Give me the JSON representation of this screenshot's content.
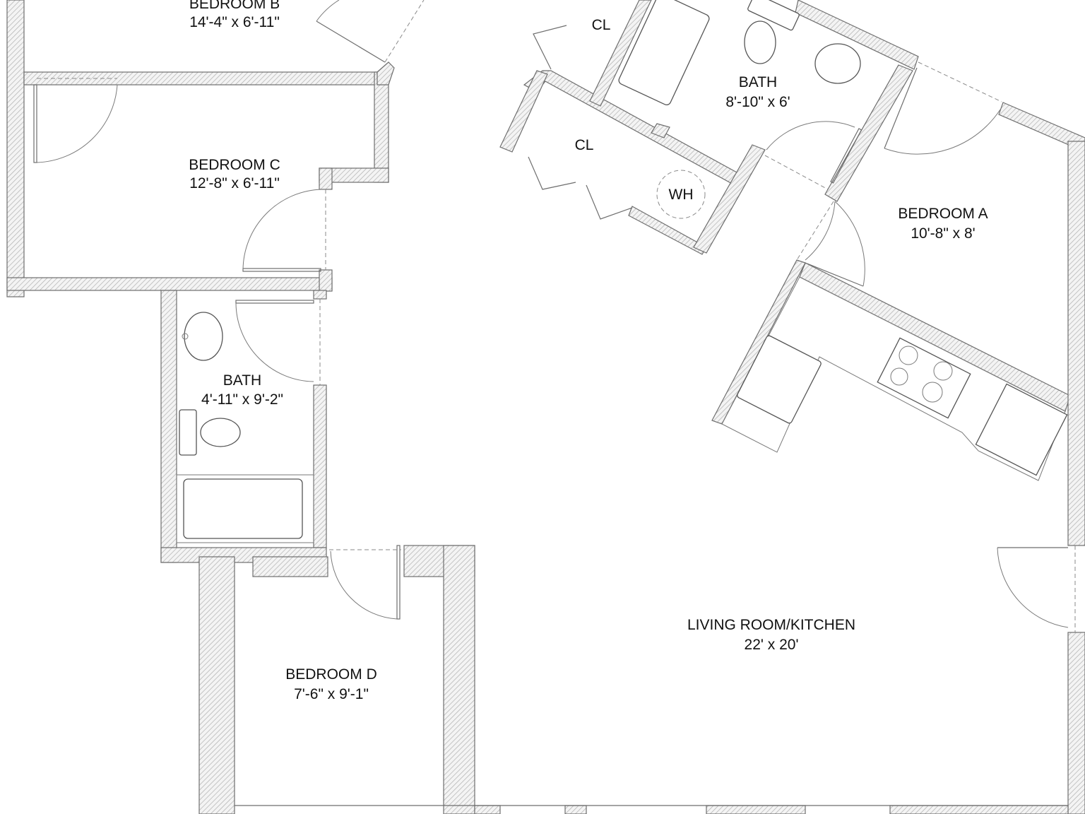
{
  "rooms": {
    "bedroom_b": {
      "name": "BEDROOM B",
      "size": "14'-4\" x 6'-11\""
    },
    "bedroom_c": {
      "name": "BEDROOM C",
      "size": "12'-8\" x 6'-11\""
    },
    "bath_left": {
      "name": "BATH",
      "size": "4'-11\" x 9'-2\""
    },
    "bedroom_d": {
      "name": "BEDROOM D",
      "size": "7'-6\" x 9'-1\""
    },
    "closet_top": {
      "name": "CL"
    },
    "closet_mid": {
      "name": "CL"
    },
    "bath_right": {
      "name": "BATH",
      "size": "8'-10\" x 6'"
    },
    "water_heater": {
      "name": "WH"
    },
    "bedroom_a": {
      "name": "BEDROOM A",
      "size": "10'-8\" x 8'"
    },
    "living": {
      "name": "LIVING ROOM/KITCHEN",
      "size": "22' x 20'"
    }
  },
  "colors": {
    "wall_stroke": "#6e6e6e",
    "text": "#111111"
  }
}
